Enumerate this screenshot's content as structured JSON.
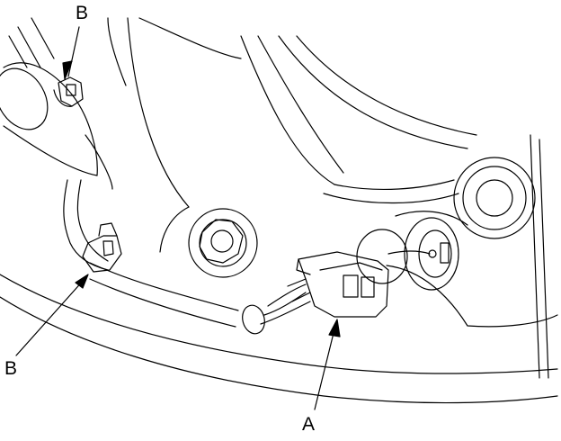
{
  "callouts": {
    "b_top": "B",
    "b_left": "B",
    "a": "A"
  },
  "colors": {
    "line": "#000000",
    "background": "#ffffff"
  }
}
